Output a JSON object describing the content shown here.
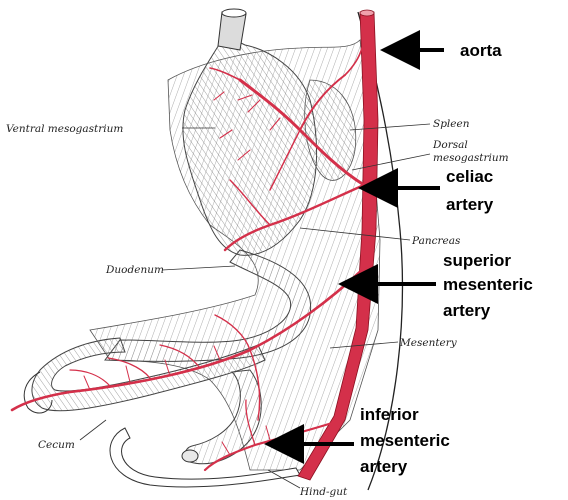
{
  "diagram": {
    "bold_labels": {
      "aorta": [
        "aorta"
      ],
      "celiac": [
        "celiac",
        "artery"
      ],
      "superior": [
        "superior",
        "mesenteric",
        "artery"
      ],
      "inferior": [
        "inferior",
        "mesenteric",
        "artery"
      ]
    },
    "italic_labels": {
      "ventral_mesogastrium": "Ventral mesogastrium",
      "spleen": "Spleen",
      "dorsal_mesogastrium": [
        "Dorsal",
        "mesogastrium"
      ],
      "pancreas": "Pancreas",
      "duodenum": "Duodenum",
      "mesentery": "Mesentery",
      "cecum": "Cecum",
      "hind_gut": "Hind-gut"
    },
    "colors": {
      "artery": "#d4304a",
      "tissue_line": "#6e6e6e",
      "ink": "#1a1a1a"
    }
  }
}
